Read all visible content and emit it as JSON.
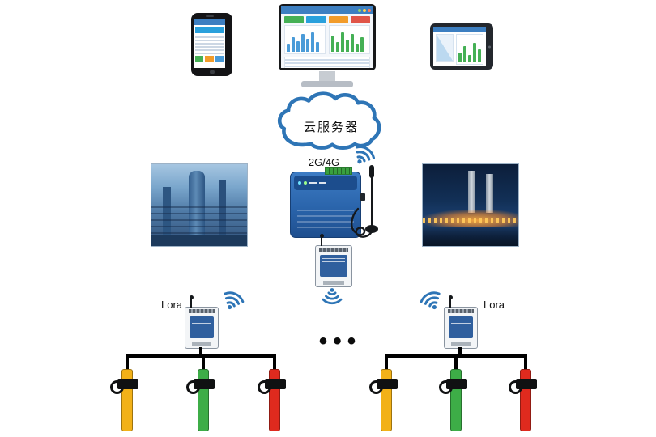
{
  "labels": {
    "cloud": "云服务器",
    "gateway": "2G/4G",
    "lora_left": "Lora",
    "lora_right": "Lora",
    "ellipsis": "•••"
  },
  "icons": {
    "wifi": [
      "wifi-uplink-icon",
      "wifi-downlink-icon",
      "wifi-lora-left-icon",
      "wifi-lora-right-icon"
    ]
  },
  "colors": {
    "accent_blue": "#2e75b6",
    "wire_black": "#000000",
    "gateway_blue": "#2a64ab",
    "module_face_blue": "#2f5f9e"
  },
  "sensors": {
    "left": [
      {
        "name": "sensor-yellow",
        "color": "#f2b118"
      },
      {
        "name": "sensor-green",
        "color": "#3dad47"
      },
      {
        "name": "sensor-red",
        "color": "#df2a1e"
      }
    ],
    "right": [
      {
        "name": "sensor-yellow",
        "color": "#f2b118"
      },
      {
        "name": "sensor-green",
        "color": "#3dad47"
      },
      {
        "name": "sensor-red",
        "color": "#df2a1e"
      }
    ]
  }
}
